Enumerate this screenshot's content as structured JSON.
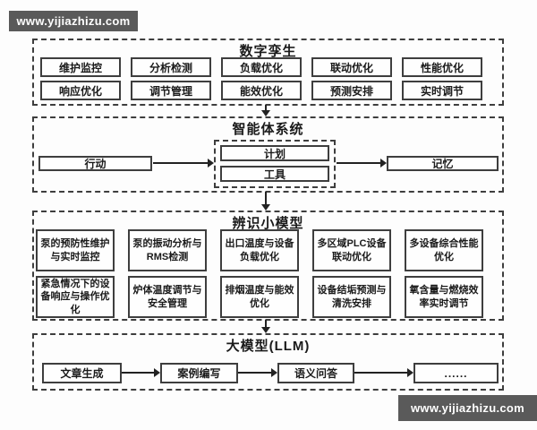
{
  "watermark": {
    "text": "www.yijiazhizu.com"
  },
  "colors": {
    "watermark_bg": "#5a5a5a",
    "line": "#222222",
    "border": "#3e3e3e"
  },
  "sections": {
    "digital_twin": {
      "title": "数字孪生",
      "rows": [
        [
          "维护监控",
          "分析检测",
          "负载优化",
          "联动优化",
          "性能优化"
        ],
        [
          "响应优化",
          "调节管理",
          "能效优化",
          "预测安排",
          "实时调节"
        ]
      ]
    },
    "agent_system": {
      "title": "智能体系统",
      "action": "行动",
      "plan": "计划",
      "tools": "工具",
      "memory": "记忆"
    },
    "small_models": {
      "title": "辨识小模型",
      "rows": [
        [
          "泵的预防性维护\n与实时监控",
          "泵的振动分析与\nRMS检测",
          "出口温度与设备\n负载优化",
          "多区域PLC设备\n联动优化",
          "多设备综合性能\n优化"
        ],
        [
          "紧急情况下的设\n备响应与操作优\n化",
          "炉体温度调节与\n安全管理",
          "排烟温度与能效\n优化",
          "设备结垢预测与\n清洗安排",
          "氧含量与燃烧效\n率实时调节"
        ]
      ]
    },
    "llm": {
      "title": "大模型(LLM)",
      "items": [
        "文章生成",
        "案例编写",
        "语义问答",
        "......"
      ]
    }
  }
}
